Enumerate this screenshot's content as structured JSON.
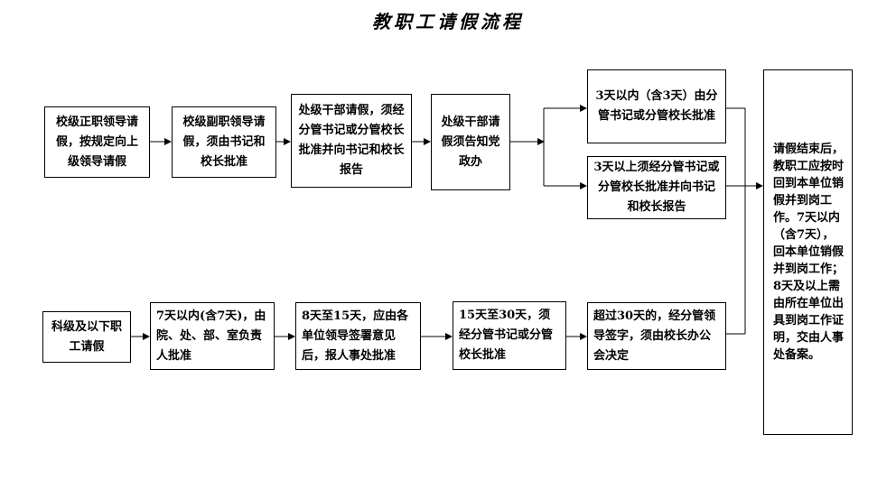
{
  "title": "教职工请假流程",
  "top_row": [
    {
      "id": "b1",
      "text": "校级正职领导请假，按规定向上级领导请假"
    },
    {
      "id": "b2",
      "text": "校级副职领导请假，须由书记和校长批准"
    },
    {
      "id": "b3",
      "text": "处级干部请假，须经分管书记或分管校长批准并向书记和校长报告"
    },
    {
      "id": "b4",
      "text": "处级干部请假须告知党政办"
    },
    {
      "id": "b5",
      "text": "3天以内（含3天）由分管书记或分管校长批准"
    },
    {
      "id": "b6",
      "text": "3天以上须经分管书记或分管校长批准并向书记和校长报告"
    }
  ],
  "bottom_row": [
    {
      "id": "c1",
      "text": "科级及以下职工请假"
    },
    {
      "id": "c2",
      "text": "7天以内(含7天)，由院、处、部、室负责人批准"
    },
    {
      "id": "c3",
      "text": "8天至15天，应由各单位领导签署意见后，报人事处批准"
    },
    {
      "id": "c4",
      "text": "15天至30天，须经分管书记或分管校长批准"
    },
    {
      "id": "c5",
      "text": "超过30天的，经分管领导签字，须由校长办公会决定"
    }
  ],
  "final_box": "请假结束后，教职工应按时回到本单位销假并到岗工作。7天以内（含7天），回本单位销假并到岗工作；8天及以上需由所在单位出具到岗工作证明，交由人事处备案。"
}
